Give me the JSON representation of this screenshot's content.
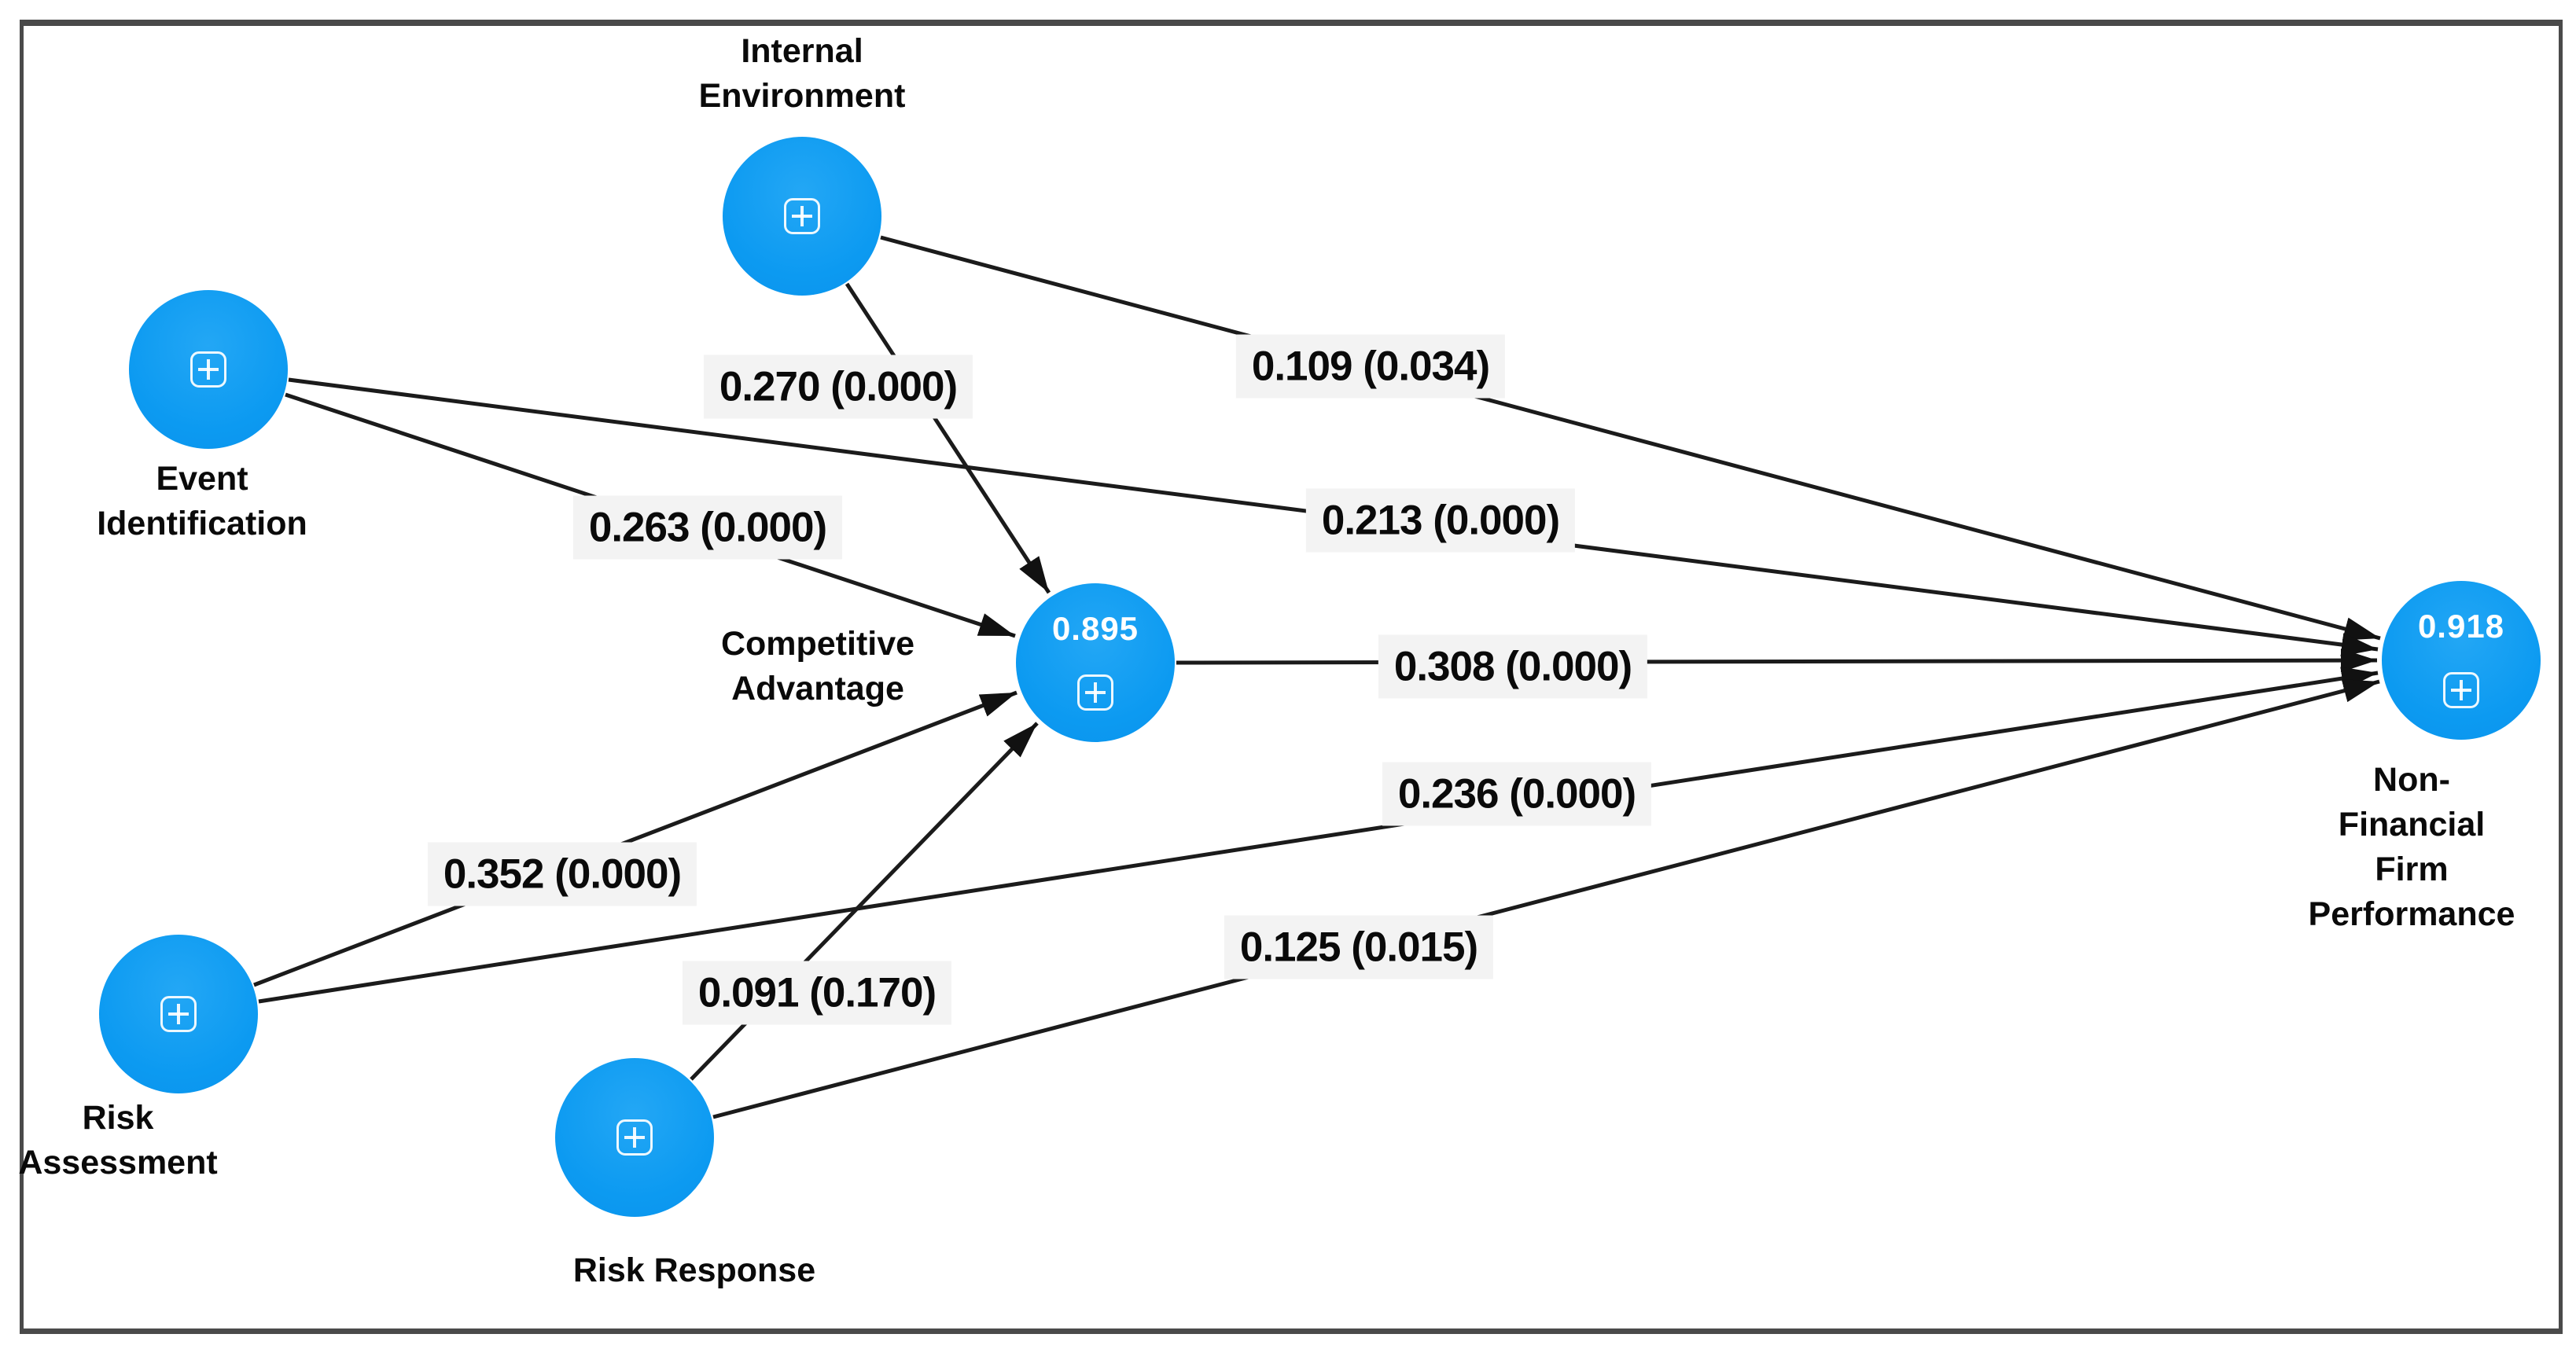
{
  "diagram": {
    "type": "pls-sem-path-model",
    "nodes": [
      {
        "id": "internal_environment",
        "label": "Internal\nEnvironment",
        "r2": null,
        "icon": "expand-plus-icon"
      },
      {
        "id": "event_identification",
        "label": "Event\nIdentification",
        "r2": null,
        "icon": "expand-plus-icon"
      },
      {
        "id": "competitive_advantage",
        "label": "Competitive\nAdvantage",
        "r2": "0.895",
        "icon": "expand-plus-icon"
      },
      {
        "id": "risk_assessment",
        "label": "Risk\nAssessment",
        "r2": null,
        "icon": "expand-plus-icon"
      },
      {
        "id": "risk_response",
        "label": "Risk Response",
        "r2": null,
        "icon": "expand-plus-icon"
      },
      {
        "id": "non_financial_firm_performance",
        "label": "Non-Financial\nFirm Performance",
        "r2": "0.918",
        "icon": "expand-plus-icon"
      }
    ],
    "edges": [
      {
        "from": "internal_environment",
        "to": "competitive_advantage",
        "label": "0.270 (0.000)",
        "coefficient": 0.27,
        "p_value": 0.0
      },
      {
        "from": "internal_environment",
        "to": "non_financial_firm_performance",
        "label": "0.109 (0.034)",
        "coefficient": 0.109,
        "p_value": 0.034
      },
      {
        "from": "event_identification",
        "to": "competitive_advantage",
        "label": "0.263 (0.000)",
        "coefficient": 0.263,
        "p_value": 0.0
      },
      {
        "from": "event_identification",
        "to": "non_financial_firm_performance",
        "label": "0.213 (0.000)",
        "coefficient": 0.213,
        "p_value": 0.0
      },
      {
        "from": "competitive_advantage",
        "to": "non_financial_firm_performance",
        "label": "0.308 (0.000)",
        "coefficient": 0.308,
        "p_value": 0.0
      },
      {
        "from": "risk_assessment",
        "to": "competitive_advantage",
        "label": "0.352 (0.000)",
        "coefficient": 0.352,
        "p_value": 0.0
      },
      {
        "from": "risk_assessment",
        "to": "non_financial_firm_performance",
        "label": "0.236 (0.000)",
        "coefficient": 0.236,
        "p_value": 0.0
      },
      {
        "from": "risk_response",
        "to": "competitive_advantage",
        "label": "0.091 (0.170)",
        "coefficient": 0.091,
        "p_value": 0.17
      },
      {
        "from": "risk_response",
        "to": "non_financial_firm_performance",
        "label": "0.125 (0.015)",
        "coefficient": 0.125,
        "p_value": 0.015
      }
    ],
    "colors": {
      "node_fill": "#0C9AF1",
      "edge": "#1B1B1B",
      "label_background": "#F3F3F3",
      "frame_border": "#4A4A4A",
      "r2_text": "#FFFFFF",
      "background": "#FFFFFF"
    }
  }
}
